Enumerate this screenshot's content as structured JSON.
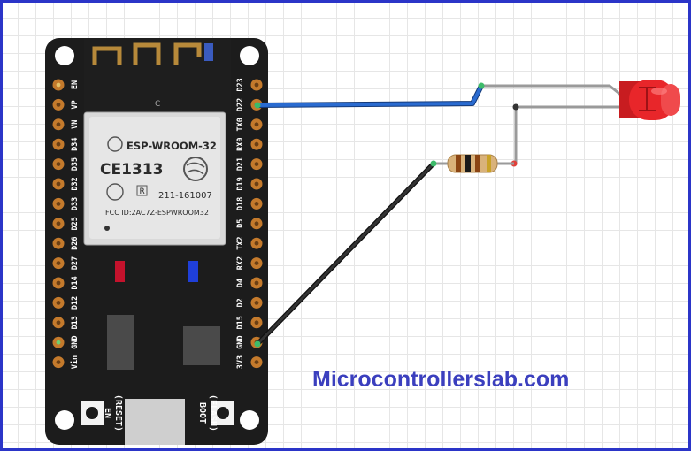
{
  "module": {
    "chip_model": "ESP-WROOM-32",
    "cert_code": "CE1313",
    "r_mark": "R",
    "approval_no": "211-161007",
    "fcc_id": "FCC ID:2AC7Z-ESPWROOM32",
    "antenna_mark": "C"
  },
  "pins": {
    "left": [
      "EN",
      "VP",
      "VN",
      "D34",
      "D35",
      "D32",
      "D33",
      "D25",
      "D26",
      "D27",
      "D14",
      "D12",
      "D13",
      "GND",
      "Vin"
    ],
    "right": [
      "D23",
      "D22",
      "TX0",
      "RX0",
      "D21",
      "D19",
      "D18",
      "D5",
      "TX2",
      "RX2",
      "D4",
      "D2",
      "D15",
      "GND",
      "3V3"
    ]
  },
  "buttons": {
    "en_line1": "EN",
    "en_line2": "(RESET)",
    "boot_line1": "BOOT",
    "boot_line2": "(FLASH)"
  },
  "watermark": "Microcontrollerslab.com",
  "colors": {
    "frame": "#2b35c8",
    "board": "#1c1c1c",
    "wire_signal": "#2a6bd0",
    "wire_ground": "#222222",
    "led": "#e8262a",
    "watermark": "#3b3fbe"
  }
}
